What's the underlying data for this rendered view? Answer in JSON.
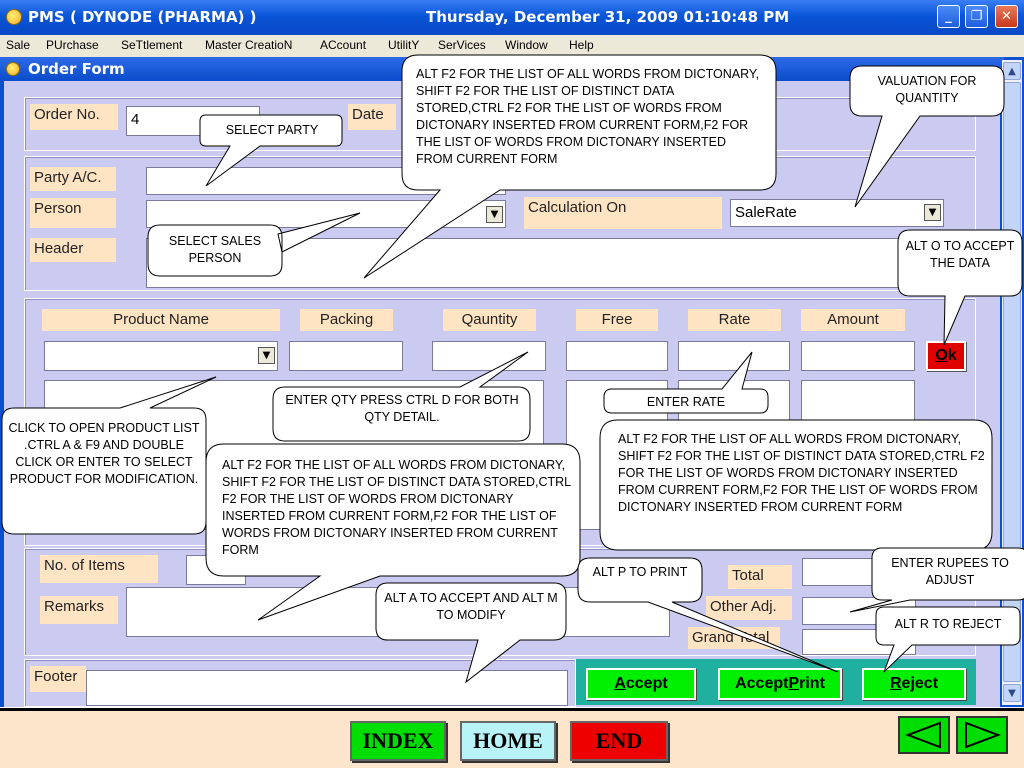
{
  "window": {
    "title": "PMS ( DYNODE (PHARMA) )",
    "datetime": "Thursday, December 31, 2009  01:10:48 PM",
    "min_glyph": "_",
    "max_glyph": "❐",
    "close_glyph": "✕"
  },
  "menu": [
    "Sale",
    "PUrchase",
    "SeTtlement",
    "Master CreatioN",
    "ACcount",
    "UtilitY",
    "SerVices",
    "Window",
    "Help"
  ],
  "form": {
    "title": "Order Form",
    "order_no_label": "Order No.",
    "order_no_value": "4",
    "date_label": "Date",
    "party_label": "Party A/C.",
    "person_label": "Person",
    "header_label": "Header",
    "calc_on_label": "Calculation On",
    "calc_on_value": "SaleRate",
    "columns": [
      "Product Name",
      "Packing",
      "Qauntity",
      "Free",
      "Rate",
      "Amount"
    ],
    "ok_prefix": "O",
    "ok_suffix": "k",
    "no_items_label": "No. of Items",
    "remarks_label": "Remarks",
    "total_label": "Total",
    "other_adj_label": "Other Adj.",
    "grand_total_label": "Grand Total",
    "footer_label": "Footer",
    "accept_prefix": "A",
    "accept_suffix": "ccept",
    "accept_print_prefix": "Accept ",
    "accept_print_key": "P",
    "accept_print_suffix": "rint",
    "reject_prefix": "R",
    "reject_suffix": "eject",
    "dropdown_glyph": "▼",
    "scroll_up": "▲",
    "scroll_down": "▼"
  },
  "callouts": {
    "select_party": "SELECT PARTY",
    "top_help": "ALT F2 FOR THE LIST OF ALL WORDS FROM DICTONARY,\nSHIFT F2 FOR THE LIST OF DISTINCT DATA STORED,CTRL F2 FOR THE LIST OF WORDS FROM DICTONARY INSERTED FROM CURRENT FORM,F2  FOR THE LIST OF WORDS FROM DICTONARY INSERTED FROM CURRENT FORM",
    "valuation": "VALUATION FOR QUANTITY",
    "select_sales_person": "SELECT SALES PERSON",
    "alt_o": "ALT O TO ACCEPT THE DATA",
    "enter_qty": "ENTER QTY PRESS CTRL D FOR BOTH QTY DETAIL.",
    "enter_rate": "ENTER RATE",
    "product_list": "CLICK TO OPEN PRODUCT LIST .CTRL A & F9 AND DOUBLE CLICK OR  ENTER TO SELECT PRODUCT FOR MODIFICATION.",
    "mid_help": "ALT F2 FOR THE LIST OF ALL WORDS FROM DICTONARY,\nSHIFT F2 FOR THE LIST OF DISTINCT DATA STORED,CTRL F2 FOR THE LIST OF WORDS FROM DICTONARY INSERTED FROM CURRENT FORM,F2  FOR THE LIST OF WORDS FROM DICTONARY INSERTED FROM CURRENT FORM",
    "right_help": "ALT F2 FOR THE LIST OF ALL WORDS FROM DICTONARY,\nSHIFT F2 FOR THE LIST OF DISTINCT DATA STORED,CTRL F2 FOR THE LIST OF WORDS FROM DICTONARY INSERTED FROM CURRENT FORM,F2 FOR THE LIST OF WORDS FROM DICTONARY INSERTED FROM CURRENT FORM",
    "enter_rupees": "ENTER RUPEES TO ADJUST",
    "alt_p": "ALT P  TO PRINT",
    "alt_a": "ALT A TO ACCEPT AND ALT M TO MODIFY",
    "alt_r": "ALT R TO REJECT"
  },
  "nav": {
    "index": "INDEX",
    "home": "HOME",
    "end": "END",
    "prev_glyph": "◀",
    "next_glyph": "▶"
  },
  "colors": {
    "nav_index": "#00dd00",
    "nav_home": "#b7f3f7",
    "nav_end": "#ee0000",
    "ok_red": "#e00000",
    "accept_green": "#00ee00"
  }
}
